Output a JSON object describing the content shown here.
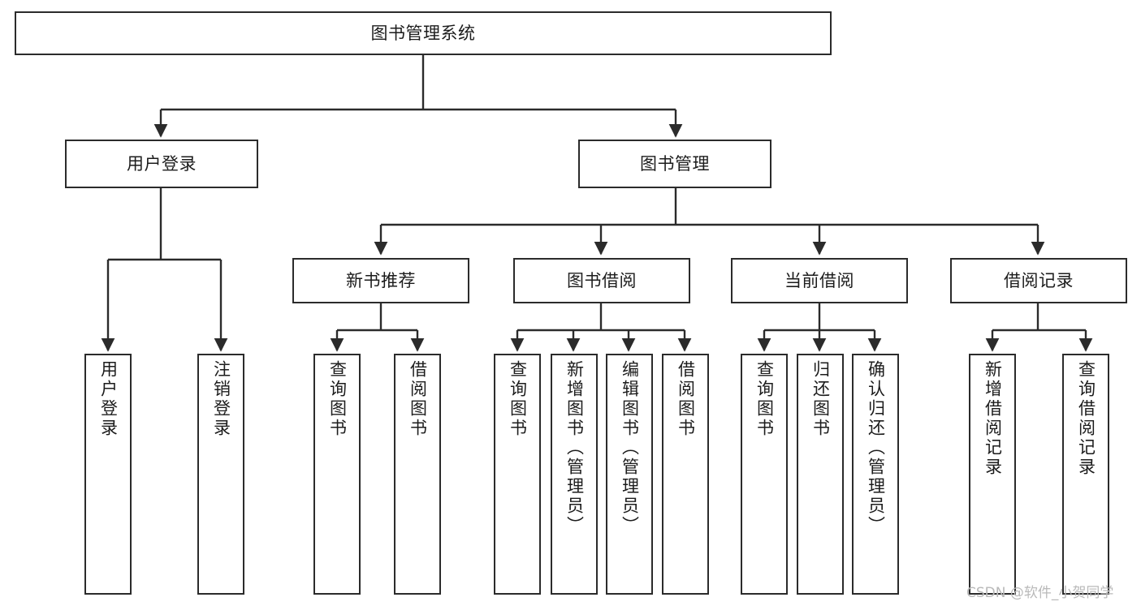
{
  "diagram": {
    "title": "图书管理系统",
    "type": "tree",
    "colors": {
      "stroke": "#2b2b2b",
      "fill": "#ffffff",
      "text": "#1c1c1c",
      "watermark": "#b9b9b9",
      "background": "#ffffff"
    }
  },
  "watermark": {
    "text": "CSDN @软件_小贺同学"
  },
  "nodes": {
    "root": {
      "label": "图书管理系统"
    },
    "level1": [
      {
        "label": "用户登录"
      },
      {
        "label": "图书管理"
      }
    ],
    "level2": [
      {
        "label": "新书推荐"
      },
      {
        "label": "图书借阅"
      },
      {
        "label": "当前借阅"
      },
      {
        "label": "借阅记录"
      }
    ],
    "leaves_user_login": [
      {
        "label": "用户登录"
      },
      {
        "label": "注销登录"
      }
    ],
    "leaves_new_book": [
      {
        "label": "查询图书"
      },
      {
        "label": "借阅图书"
      }
    ],
    "leaves_borrow": [
      {
        "label": "查询图书"
      },
      {
        "label": "新增图书（管理员）"
      },
      {
        "label": "编辑图书（管理员）"
      },
      {
        "label": "借阅图书"
      }
    ],
    "leaves_current": [
      {
        "label": "查询图书"
      },
      {
        "label": "归还图书"
      },
      {
        "label": "确认归还（管理员）"
      }
    ],
    "leaves_record": [
      {
        "label": "新增借阅记录"
      },
      {
        "label": "查询借阅记录"
      }
    ]
  }
}
